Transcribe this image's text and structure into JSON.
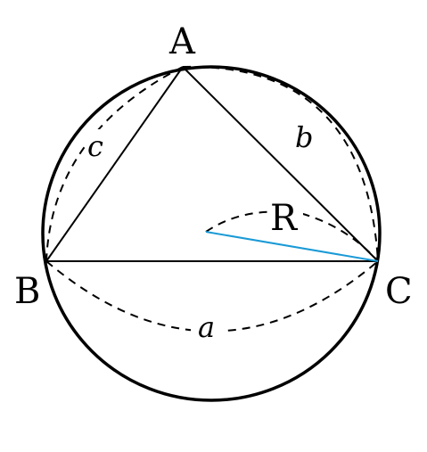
{
  "vertices": {
    "a": "A",
    "b": "B",
    "c": "C"
  },
  "sides": {
    "a": "a",
    "b": "b",
    "c": "c"
  },
  "radius_label": "R",
  "colors": {
    "lines": "#000000",
    "radius": "#1a9ad6",
    "background": "#ffffff"
  }
}
